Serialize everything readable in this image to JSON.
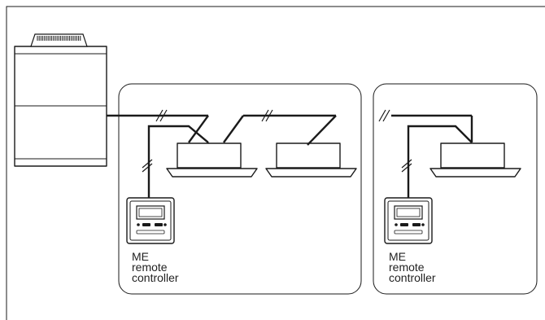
{
  "controllers": [
    {
      "id": "controller-1",
      "lines": [
        "ME",
        "remote",
        "controller"
      ]
    },
    {
      "id": "controller-2",
      "lines": [
        "ME",
        "remote",
        "controller"
      ]
    }
  ]
}
